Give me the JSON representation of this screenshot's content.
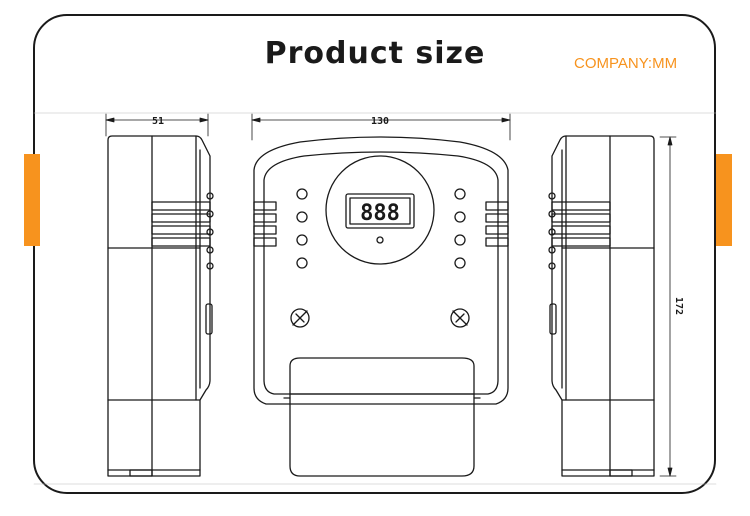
{
  "header": {
    "title": "Product size",
    "company": "COMPANY:MM"
  },
  "dimensions": {
    "depth": "51",
    "width": "130",
    "height": "172"
  },
  "display": {
    "digits": "888"
  },
  "colors": {
    "accent": "#f7931e",
    "line": "#1a1a1a",
    "background": "#ffffff"
  }
}
